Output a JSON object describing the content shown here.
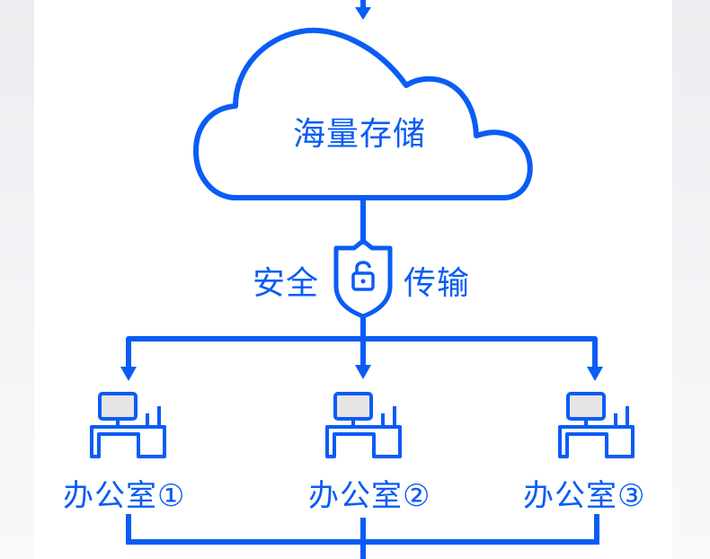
{
  "colors": {
    "accent": "#0a5cf5",
    "monitor_fill": "#e6e6e6",
    "panel": "#ffffff",
    "side_background": "#eef0f3"
  },
  "storage": {
    "label": "海量存储",
    "icon": "cloud-icon"
  },
  "transfer": {
    "left_label": "安全",
    "right_label": "传输",
    "icon": "shield-lock-icon"
  },
  "offices": [
    {
      "label": "办公室①",
      "icon": "office-desk-computer-icon"
    },
    {
      "label": "办公室②",
      "icon": "office-desk-computer-icon"
    },
    {
      "label": "办公室③",
      "icon": "office-desk-computer-icon"
    }
  ]
}
